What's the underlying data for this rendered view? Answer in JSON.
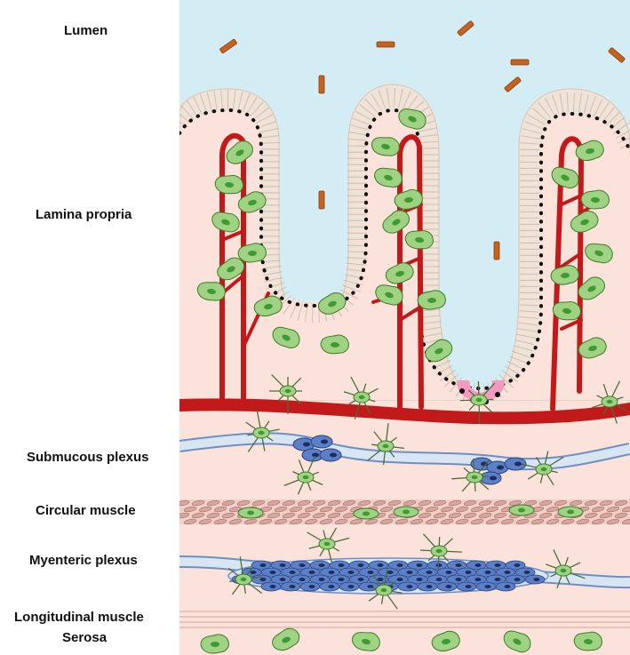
{
  "labels": {
    "lumen": "Lumen",
    "lamina_propria": "Lamina propria",
    "submucous_plexus": "Submucous plexus",
    "circular_muscle": "Circular muscle",
    "myenteric_plexus": "Myenteric plexus",
    "longitudinal_muscle": "Longitudinal muscle",
    "serosa": "Serosa"
  },
  "colors": {
    "lumen": "#d4ecf4",
    "tissue": "#fbe3dc",
    "epithelium": "#efe2d7",
    "vessel": "#c21a1a",
    "glia": "#9fd383",
    "glia_nucleus": "#3f9a33",
    "neuron": "#5c80c8",
    "nerve": "#d8e6f4",
    "muscle": "#d6a6a0",
    "bacteria": "#c4621f",
    "crypt_base": "#f49ac0"
  }
}
